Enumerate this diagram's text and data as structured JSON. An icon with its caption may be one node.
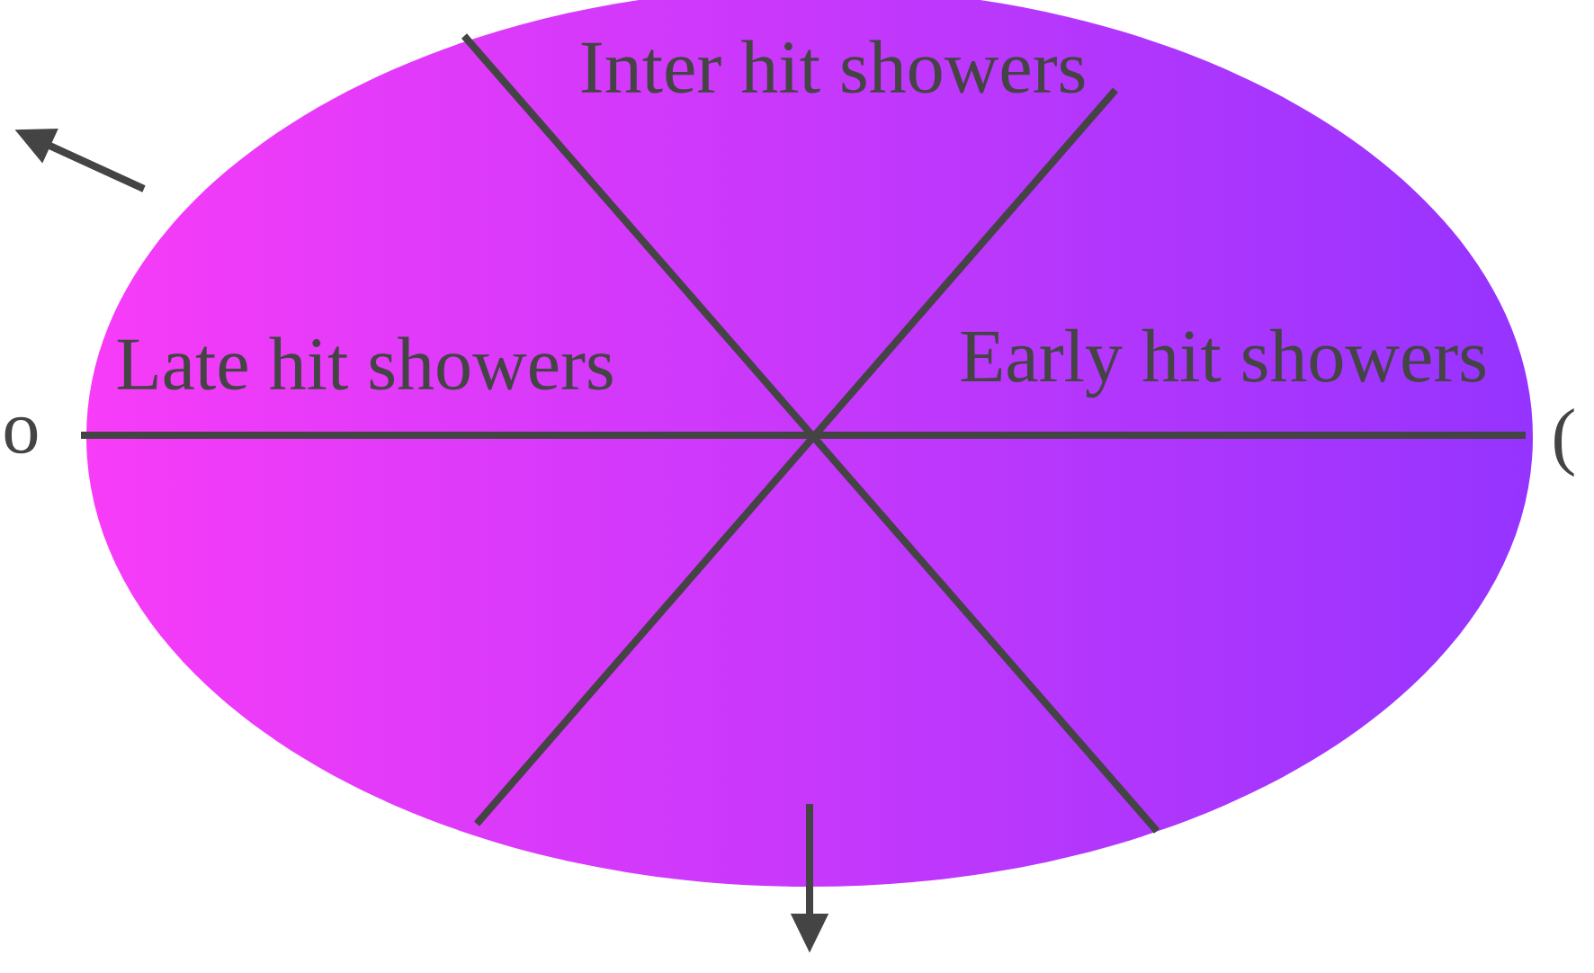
{
  "diagram": {
    "nodes": [
      {
        "text": [
          "Inter hit showers",
          "Late hit showers",
          "Early hit showers"
        ]
      }
    ],
    "labels": [
      "o",
      "("
    ]
  }
}
